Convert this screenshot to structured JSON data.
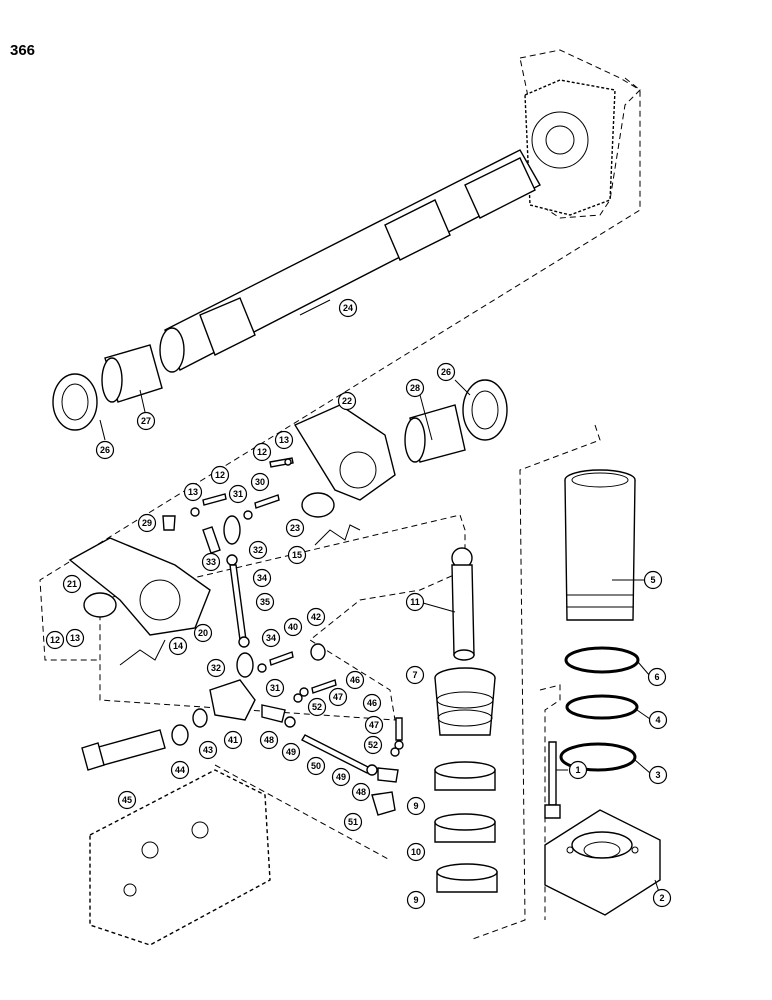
{
  "page": {
    "number": "366"
  },
  "callouts": [
    "1",
    "2",
    "3",
    "4",
    "5",
    "6",
    "7",
    "9",
    "9",
    "10",
    "11",
    "12",
    "12",
    "12",
    "13",
    "13",
    "13",
    "14",
    "15",
    "20",
    "21",
    "22",
    "23",
    "24",
    "26",
    "26",
    "27",
    "28",
    "29",
    "30",
    "31",
    "31",
    "32",
    "32",
    "33",
    "34",
    "34",
    "35",
    "40",
    "41",
    "42",
    "43",
    "44",
    "45",
    "46",
    "46",
    "47",
    "47",
    "48",
    "48",
    "49",
    "49",
    "50",
    "51",
    "52",
    "52"
  ]
}
